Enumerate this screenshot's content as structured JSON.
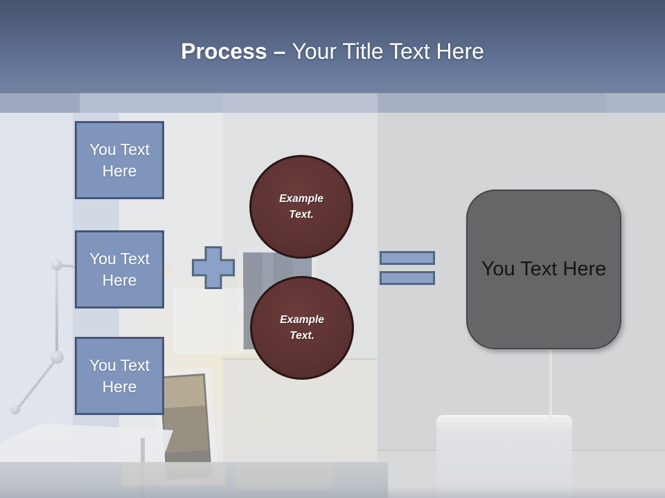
{
  "title": {
    "primary": "Process",
    "separator": "–",
    "secondary": "Your Title Text Here"
  },
  "process_boxes": [
    {
      "label": "You Text Here"
    },
    {
      "label": "You Text Here"
    },
    {
      "label": "You Text Here"
    }
  ],
  "operators": {
    "plus_icon": "plus-sign",
    "equals_icon": "equals-sign"
  },
  "example_circles": [
    {
      "label": "Example Text."
    },
    {
      "label": "Example Text."
    }
  ],
  "result_box": {
    "label": "You Text Here"
  },
  "colors": {
    "header_top": "#46546e",
    "header_bottom": "#72829f",
    "title_text": "#ffffff",
    "accent_box_fill": "#8095bb",
    "accent_box_border": "#46567a",
    "box_text": "#ffffff",
    "operator_fill": "#8ba1c7",
    "operator_border": "#55667f",
    "circle_fill": "#5e3333",
    "circle_border": "#2a1515",
    "circle_text": "#ffffff",
    "result_fill": "#666668",
    "result_border": "#464648",
    "result_text": "#141414"
  }
}
